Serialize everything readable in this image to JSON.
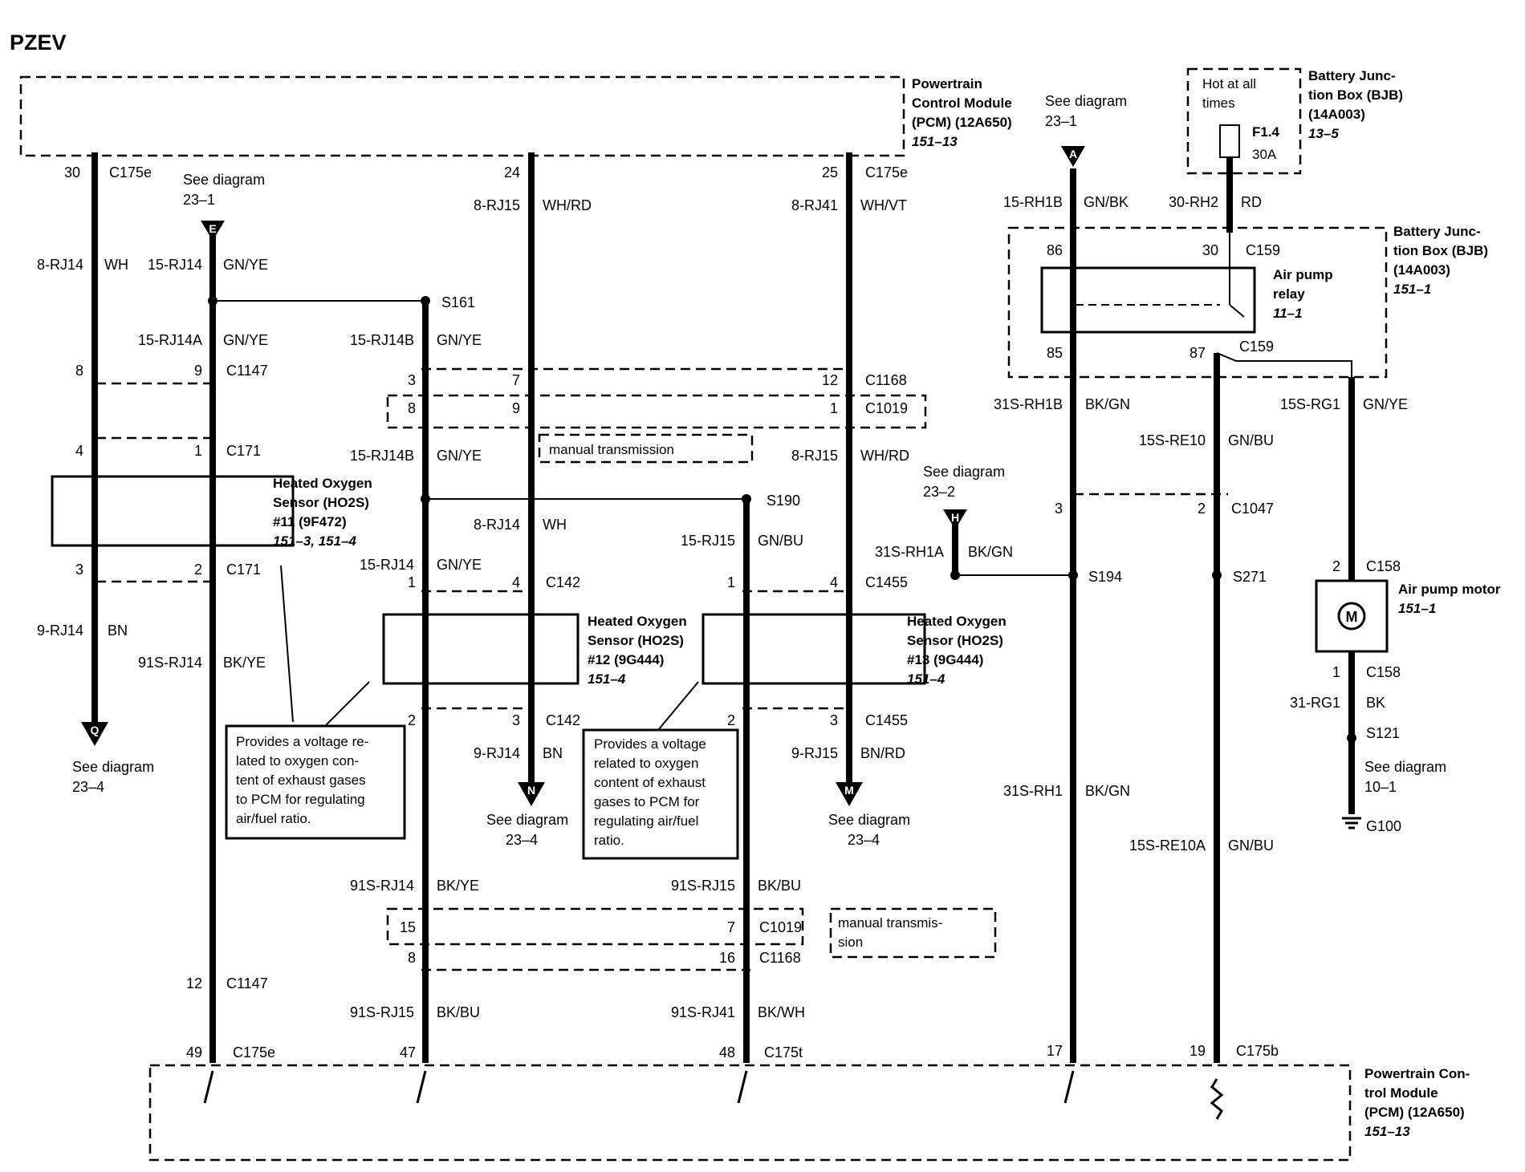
{
  "title": "PZEV",
  "modules": {
    "pcm_top": [
      "Powertrain",
      "Control Module",
      "(PCM) (12A650)",
      "151–13"
    ],
    "pcm_bottom": [
      "Powertrain Con-",
      "trol Module",
      "(PCM) (12A650)",
      "151–13"
    ],
    "bjb_fuse_box": [
      "Battery Junc-",
      "tion Box (BJB)",
      "(14A003)",
      "13–5"
    ],
    "bjb_relay_box": [
      "Battery Junc-",
      "tion Box (BJB)",
      "(14A003)",
      "151–1"
    ],
    "hot_at_all_times": [
      "Hot at all",
      "times"
    ],
    "fuse": [
      "F1.4",
      "30A"
    ],
    "relay": [
      "Air pump",
      "relay",
      "11–1"
    ],
    "motor": [
      "Air pump motor",
      "151–1"
    ],
    "ho2s_11": [
      "Heated Oxygen",
      "Sensor (HO2S)",
      "#11 (9F472)",
      "151–3, 151–4"
    ],
    "ho2s_12": [
      "Heated Oxygen",
      "Sensor (HO2S)",
      "#12 (9G444)",
      "151–4"
    ],
    "ho2s_13": [
      "Heated Oxygen",
      "Sensor (HO2S)",
      "#13 (9G444)",
      "151–4"
    ]
  },
  "notes": {
    "left": [
      "Provides a voltage re-",
      "lated to oxygen con-",
      "tent of exhaust gases",
      "to PCM for regulating",
      "air/fuel ratio."
    ],
    "right": [
      "Provides a voltage",
      "related to oxygen",
      "content of exhaust",
      "gases to PCM for",
      "regulating air/fuel",
      "ratio."
    ],
    "manual_top": "manual transmission",
    "manual_bottom": [
      "manual transmis-",
      "sion"
    ]
  },
  "see_diagrams": {
    "e": [
      "See diagram",
      "23–1"
    ],
    "a": [
      "See diagram",
      "23–1"
    ],
    "h": [
      "See diagram",
      "23–2"
    ],
    "q": [
      "See diagram",
      "23–4"
    ],
    "n": [
      "See diagram",
      "23–4"
    ],
    "m": [
      "See diagram",
      "23–4"
    ],
    "g100": [
      "See diagram",
      "10–1"
    ]
  },
  "connectors": [
    "C175e",
    "C175e",
    "C175e",
    "C175t",
    "C175b",
    "C1147",
    "C1147",
    "C171",
    "C171",
    "C1168",
    "C1168",
    "C1019",
    "C1019",
    "C142",
    "C142",
    "C1455",
    "C1455",
    "C159",
    "C159",
    "C1047",
    "C158",
    "C158"
  ],
  "splices": [
    "S161",
    "S190",
    "S194",
    "S271",
    "S121",
    "G100"
  ],
  "flags": [
    "E",
    "A",
    "H",
    "Q",
    "N",
    "M"
  ],
  "wire_labels": [
    [
      "8-RJ14",
      "WH"
    ],
    [
      "15-RJ14",
      "GN/YE"
    ],
    [
      "15-RJ14A",
      "GN/YE"
    ],
    [
      "8-RJ15",
      "WH/RD"
    ],
    [
      "8-RJ41",
      "WH/VT"
    ],
    [
      "15-RJ14B",
      "GN/YE"
    ],
    [
      "15-RJ14B",
      "GN/YE"
    ],
    [
      "8-RJ15",
      "WH/RD"
    ],
    [
      "8-RJ14",
      "WH"
    ],
    [
      "15-RJ15",
      "GN/BU"
    ],
    [
      "15-RJ14",
      "GN/YE"
    ],
    [
      "9-RJ14",
      "BN"
    ],
    [
      "91S-RJ14",
      "BK/YE"
    ],
    [
      "9-RJ14",
      "BN"
    ],
    [
      "9-RJ15",
      "BN/RD"
    ],
    [
      "91S-RJ14",
      "BK/YE"
    ],
    [
      "91S-RJ15",
      "BK/BU"
    ],
    [
      "91S-RJ15",
      "BK/BU"
    ],
    [
      "91S-RJ41",
      "BK/WH"
    ],
    [
      "15-RH1B",
      "GN/BK"
    ],
    [
      "30-RH2",
      "RD"
    ],
    [
      "31S-RH1B",
      "BK/GN"
    ],
    [
      "15S-RE10",
      "GN/BU"
    ],
    [
      "15S-RG1",
      "GN/YE"
    ],
    [
      "31S-RH1A",
      "BK/GN"
    ],
    [
      "31S-RH1",
      "BK/GN"
    ],
    [
      "15S-RE10A",
      "GN/BU"
    ],
    [
      "31-RG1",
      "BK"
    ]
  ],
  "pins": [
    "30",
    "24",
    "25",
    "8",
    "9",
    "4",
    "1",
    "3",
    "2",
    "3",
    "7",
    "12",
    "8",
    "9",
    "1",
    "1",
    "4",
    "1",
    "4",
    "2",
    "3",
    "2",
    "3",
    "15",
    "7",
    "8",
    "16",
    "12",
    "49",
    "47",
    "48",
    "17",
    "19",
    "86",
    "30",
    "85",
    "87",
    "3",
    "2",
    "2",
    "1"
  ]
}
